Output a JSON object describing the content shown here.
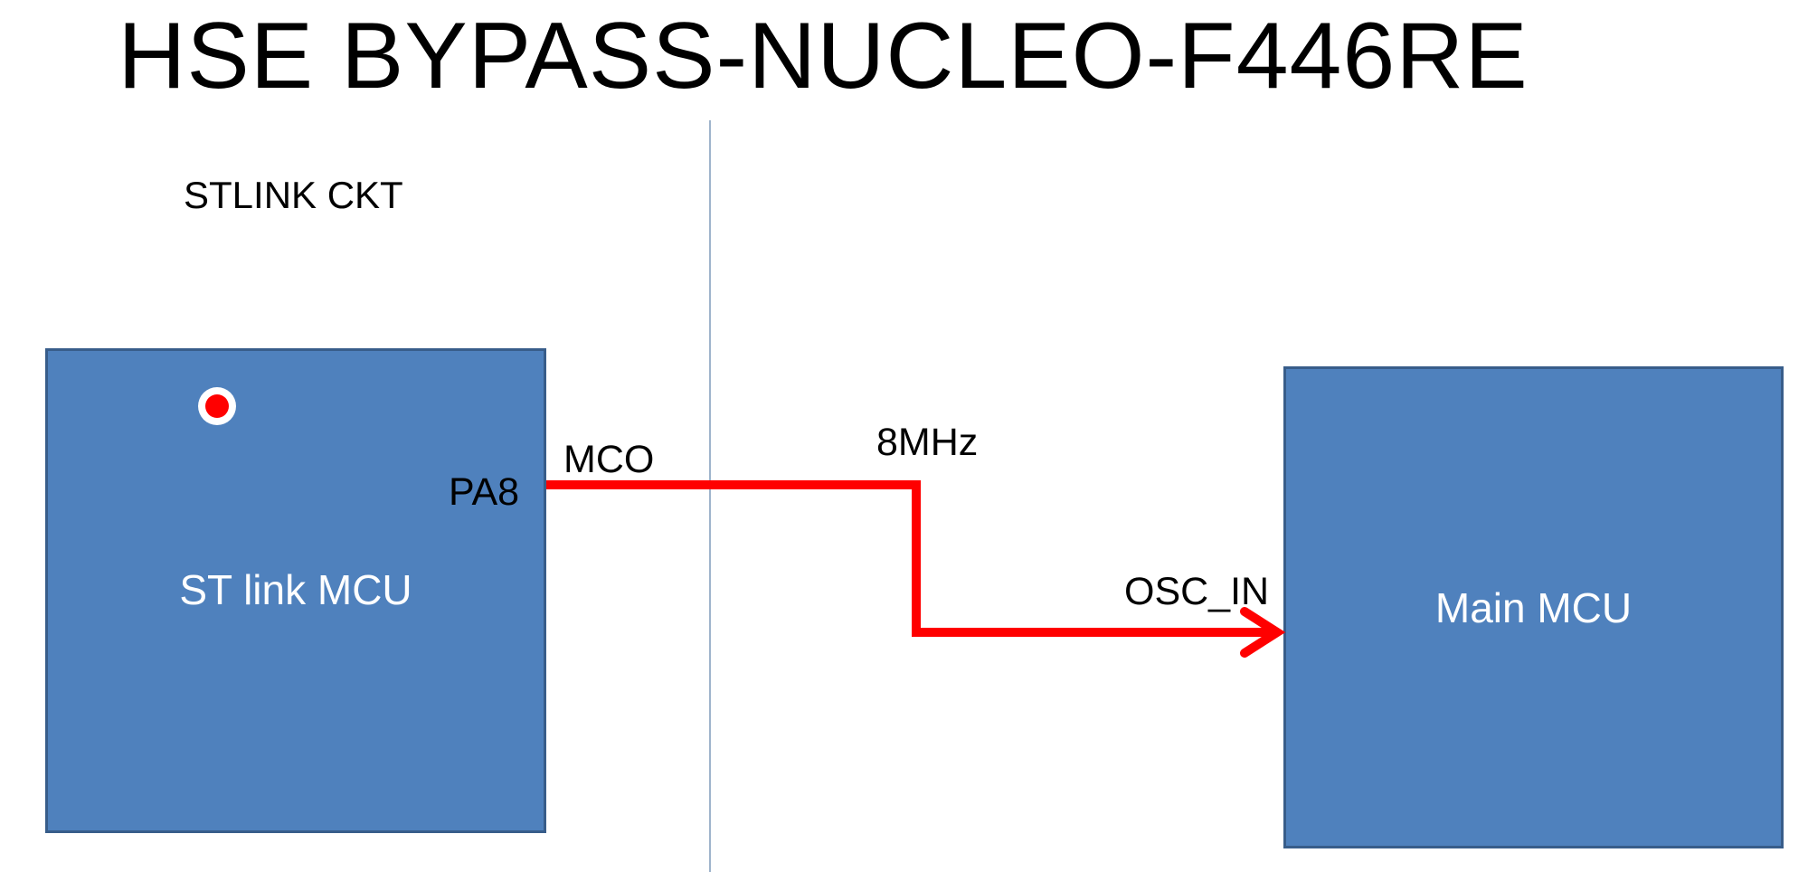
{
  "slide": {
    "title": "HSE BYPASS-NUCLEO-F446RE",
    "section_label": "STLINK CKT"
  },
  "blocks": {
    "st_link": {
      "label": "ST link MCU"
    },
    "main": {
      "label": "Main MCU"
    }
  },
  "signals": {
    "pin": "PA8",
    "output": "MCO",
    "frequency": "8MHz",
    "input": "OSC_IN"
  },
  "colors": {
    "block_fill": "#4f81bd",
    "block_border": "#385d8a",
    "wire": "#ff0000",
    "divider": "#9fb4cc",
    "pointer": "#ff0000"
  },
  "icons": {
    "pointer": "laser-pointer-icon",
    "arrow": "arrowhead-icon"
  }
}
